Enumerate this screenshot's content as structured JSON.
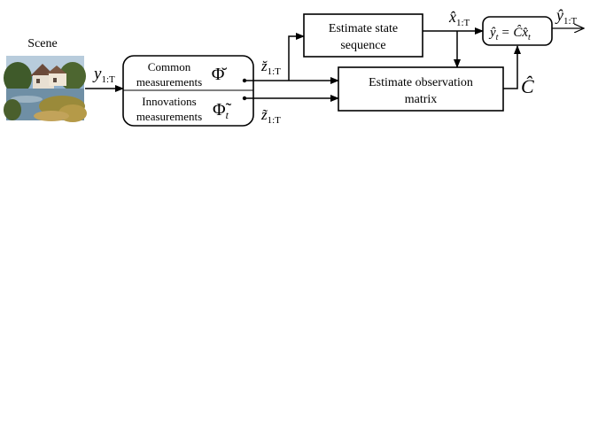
{
  "scene": {
    "label": "Scene",
    "input_signal": "y",
    "input_subscript": "1:T"
  },
  "measurement_block": {
    "common_line1": "Common",
    "common_line2": "measurements",
    "common_symbol": "Φ̆",
    "innovation_line1": "Innovations",
    "innovation_line2": "measurements",
    "innovation_symbol": "Φ̃",
    "innovation_symbol_sub": "t"
  },
  "signals": {
    "z_common": "z̆",
    "z_common_sub": "1:T",
    "z_innov": "z̃",
    "z_innov_sub": "1:T",
    "x_hat": "x̂",
    "x_hat_sub": "1:T",
    "c_hat": "Ĉ",
    "y_hat_out": "ŷ",
    "y_hat_out_sub": "1:T"
  },
  "blocks": {
    "state_line1": "Estimate state",
    "state_line2": "sequence",
    "observation_line1": "Estimate observation",
    "observation_line2": "matrix",
    "output_eq_lhs": "ŷ",
    "output_eq_lhs_sub": "t",
    "output_eq_rhs": "= Ĉx̂",
    "output_eq_rhs_sub": "t"
  }
}
